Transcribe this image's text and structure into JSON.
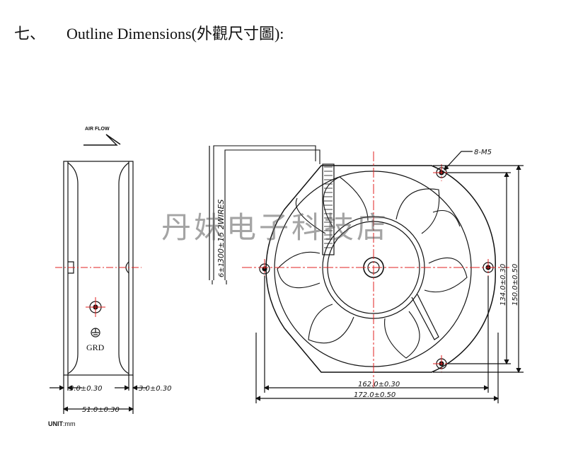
{
  "heading": {
    "number": "七、",
    "title": "Outline Dimensions(外觀尺寸圖):"
  },
  "side_view": {
    "airflow_label": "AIR FLOW",
    "ground_label": "GRD",
    "dim_left_flange": "3.0±0.30",
    "dim_right_flange": "3.0±0.30",
    "dim_depth": "51.0±0.30"
  },
  "front_view": {
    "screw_label": "8-M5",
    "wire_label": "300±15 2WIRES",
    "wire_small_label": "6±1",
    "dim_hole_spacing_h": "162.0±0.30",
    "dim_width": "172.0±0.50",
    "dim_hole_spacing_v": "134.0±0.30",
    "dim_height": "150.0±0.50"
  },
  "unit": {
    "label": "UNIT",
    "value": ":mm"
  },
  "watermark": "丹妹电子科技店",
  "colors": {
    "centerline": "#e02020",
    "line": "#111111"
  }
}
